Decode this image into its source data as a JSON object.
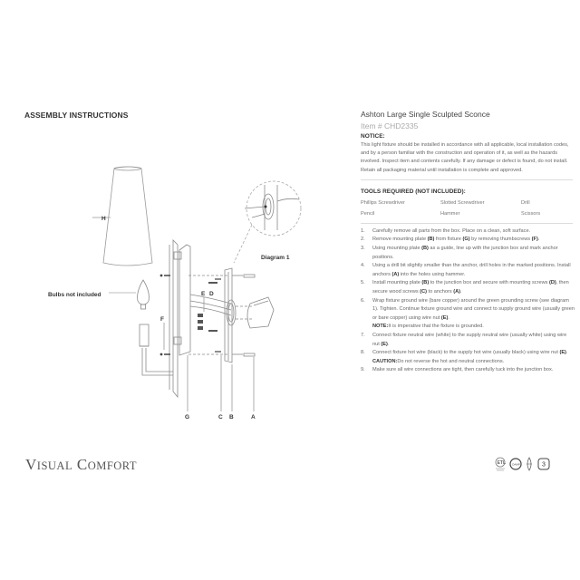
{
  "header": {
    "section_title": "ASSEMBLY INSTRUCTIONS"
  },
  "product": {
    "name": "Ashton Large Single Sculpted Sconce",
    "item_number": "Item # CHD2335"
  },
  "notice": {
    "heading": "NOTICE:",
    "text": "This light fixture should be installed in accordance with all applicable, local installation codes, and by a person familiar with the construction and operation of it, as well as the hazards involved. Inspect item and contents carefully. If any damage or defect is found, do not install. Retain all packaging material until installation is complete and approved."
  },
  "tools": {
    "heading": "TOOLS REQUIRED (NOT INCLUDED):",
    "items": [
      "Phillips Screwdriver",
      "Slotted Screwdriver",
      "Drill",
      "Pencil",
      "Hammer",
      "Scissors"
    ]
  },
  "steps": [
    {
      "num": "1.",
      "html": "Carefully remove all parts from the box. Place on a clean, soft surface."
    },
    {
      "num": "2.",
      "html": "Remove mounting plate <b>(B)</b> from fixture <b>(G)</b> by removing thumbscrews <b>(F)</b>."
    },
    {
      "num": "3.",
      "html": "Using mounting plate <b>(B)</b> as a guide, line up with the junction box and mark anchor positions."
    },
    {
      "num": "4.",
      "html": "Using a drill bit slightly smaller than the anchor, drill holes in the marked positions. Install anchors <b>(A)</b> into the holes using hammer."
    },
    {
      "num": "5.",
      "html": "Install mounting plate <b>(B)</b> to the junction box and secure with mounting screws <b>(D)</b>, then secure wood screws <b>(C)</b> to anchors <b>(A)</b>."
    },
    {
      "num": "6.",
      "html": "Wrap fixture ground wire (bare copper) around the green grounding screw (see diagram 1). Tighten. Continue fixture ground wire and connect to supply ground wire (usually green or bare copper) using wire nut <b>(E)</b>."
    },
    {
      "note_label": "NOTE:",
      "note_text": " It is imperative that the fixture is grounded."
    },
    {
      "num": "7.",
      "html": "Connect fixture neutral wire (white) to the supply neutral wire (usually white) using wire nut <b>(E)</b>."
    },
    {
      "num": "8.",
      "html": "Connect fixture hot wire (black) to the supply hot wire (usually black) using wire nut <b>(E)</b>."
    },
    {
      "note_label": "CAUTION:",
      "note_text": " Do not reverse the hot and neutral connections."
    },
    {
      "num": "9.",
      "html": "Make sure all wire connections are tight, then carefully tuck into the junction box."
    }
  ],
  "diagram": {
    "labels": {
      "H": "H",
      "bulbs": "Bulbs not included",
      "F": "F",
      "E": "E",
      "D": "D",
      "diagram1": "Diagram 1",
      "G": "G",
      "C": "C",
      "B": "B",
      "A": "A"
    }
  },
  "brand": {
    "first_initial": "V",
    "first_rest": "ISUAL",
    "second_initial": "C",
    "second_rest": "OMFORT"
  },
  "certifications": {
    "etl_icon": "etl-listed-icon",
    "damp_label": "DAMP",
    "damp_icon": "damp-rated-icon",
    "bulb_icon": "bulb-type-icon",
    "bulb_count": "3"
  },
  "colors": {
    "text_dark": "#333333",
    "text_body": "#666666",
    "text_muted": "#aaaaaa",
    "line": "#8a8a8a",
    "rule": "#dcdcdc"
  }
}
